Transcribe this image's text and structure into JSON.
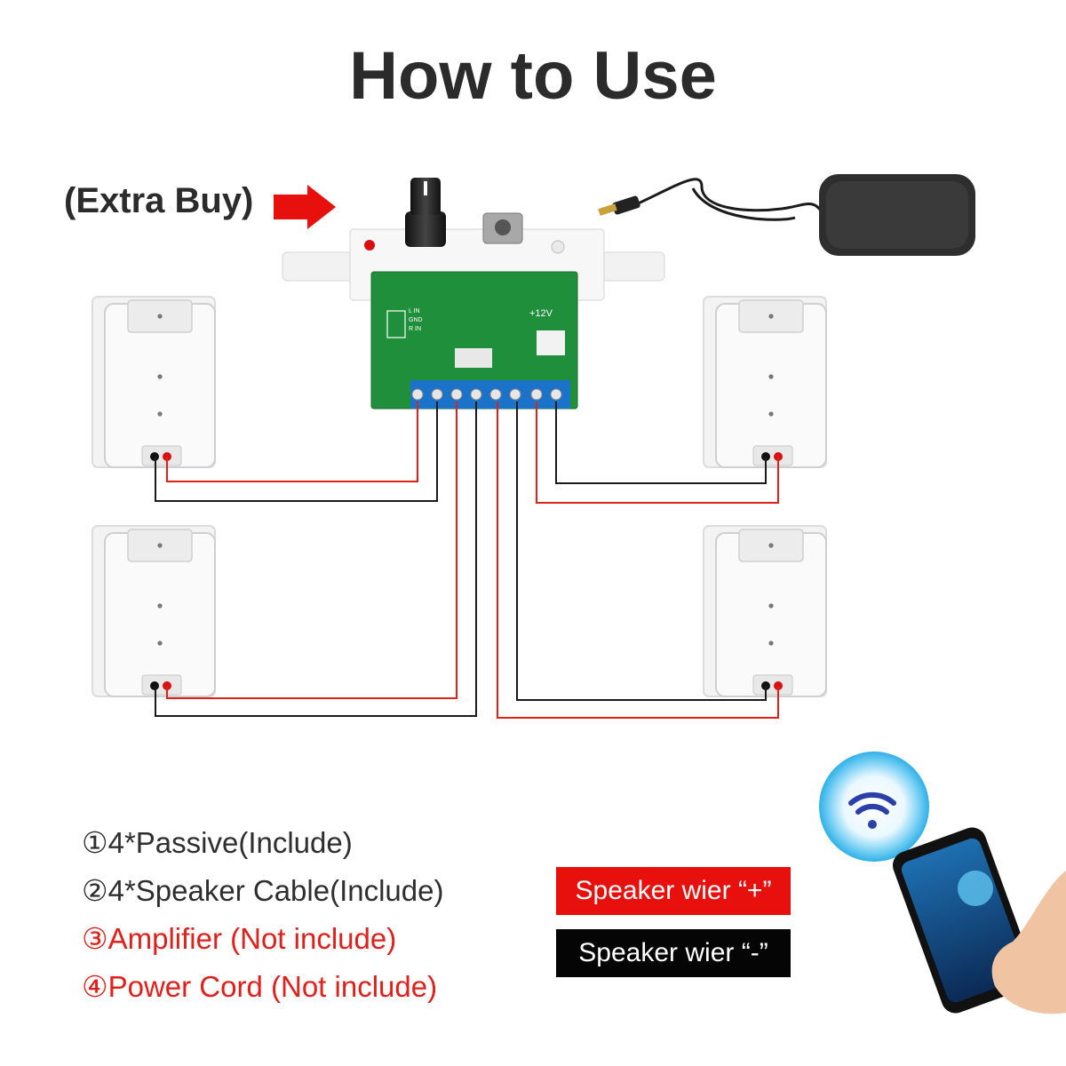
{
  "title": "How to Use",
  "extra_buy_label": "(Extra Buy)",
  "legend": {
    "items": [
      {
        "marker": "①",
        "text": "4*Passive(Include)",
        "status": "included"
      },
      {
        "marker": "②",
        "text": "4*Speaker Cable(Include)",
        "status": "included"
      },
      {
        "marker": "③",
        "text": "Amplifier  (Not include)",
        "status": "excluded"
      },
      {
        "marker": "④",
        "text": "Power Cord (Not include)",
        "status": "excluded"
      }
    ]
  },
  "wire_key": {
    "positive": "Speaker wier “+”",
    "negative": "Speaker wier “-”"
  },
  "board_labels": {
    "voltage": "+12V",
    "inputs": [
      "L IN",
      "GND",
      "R IN"
    ]
  },
  "colors": {
    "title": "#2b2b2b",
    "positive_wire": "#e0201a",
    "negative_wire": "#1a1a1a",
    "board": "#1f8f3c",
    "terminal": "#1a73c8",
    "excluded_text": "#e0201a",
    "bluetooth_glow": "#2fb0e8",
    "wifi_icon": "#2a3fa8"
  },
  "icons": [
    "arrow-right-icon",
    "volume-knob-icon",
    "wifi-icon",
    "phone-icon",
    "hand-icon",
    "power-adapter-icon"
  ]
}
